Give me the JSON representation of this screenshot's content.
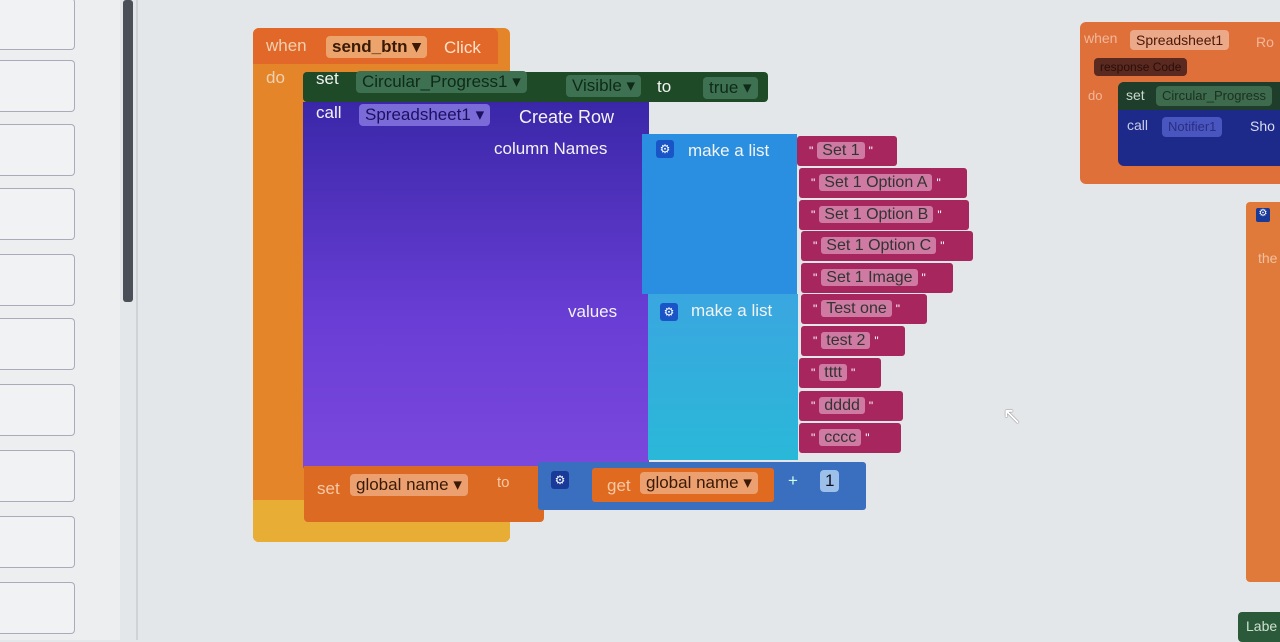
{
  "event": {
    "when": "when",
    "component": "send_btn",
    "event": "Click",
    "do": "do"
  },
  "set1": {
    "set": "set",
    "component": "Circular_Progress1",
    "property": "Visible",
    "to": "to",
    "value": "true"
  },
  "call": {
    "call": "call",
    "component": "Spreadsheet1",
    "method": "Create Row",
    "column_names_label": "column Names",
    "values_label": "values",
    "make_list": "make a list"
  },
  "column_names": [
    "Set 1",
    "Set 1 Option A",
    "Set 1 Option B",
    "Set 1 Option C",
    "Set 1 Image"
  ],
  "values": [
    "Test one",
    "test 2",
    "tttt",
    "dddd",
    "cccc"
  ],
  "set2": {
    "set": "set",
    "variable": "global name",
    "to": "to",
    "get": "get",
    "get_variable": "global name",
    "op": "+",
    "number": "1"
  },
  "right_block": {
    "when": "when",
    "component": "Spreadsheet1",
    "event": "Ro",
    "param": "response Code",
    "do": "do",
    "set": "set",
    "set_target": "Circular_Progress",
    "call": "call",
    "call_component": "Notifier1",
    "call_method": "Sho"
  },
  "edge": {
    "then": "the",
    "label": "Labe"
  },
  "colors": {
    "event": "#e0701f",
    "set_green": "#1f4a26",
    "call_purple": "#4a2ca8",
    "list_blue": "#2a9bd8",
    "string": "#a8265e",
    "var_orange": "#d9691c",
    "math_blue": "#3a68b8"
  }
}
